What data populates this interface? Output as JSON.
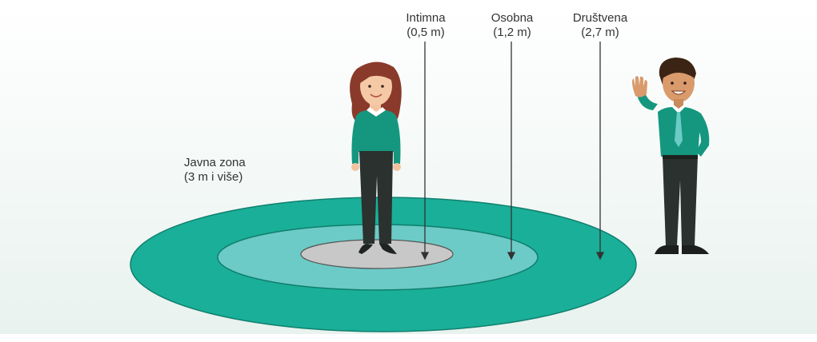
{
  "zones": {
    "intimate": {
      "name": "Intimna",
      "distance": "(0,5 m)"
    },
    "personal": {
      "name": "Osobna",
      "distance": "(1,2 m)"
    },
    "social": {
      "name": "Društvena",
      "distance": "(2,7 m)"
    },
    "public": {
      "name": "Javna zona",
      "distance": "(3 m i više)"
    }
  },
  "colors": {
    "public_ring": "#1aaf98",
    "social_ring": "#6ccbc6",
    "intimate_ring": "#c8c8c8",
    "outfit": "#15977f",
    "trousers": "#2b312e"
  },
  "figures": [
    "woman",
    "man-waving"
  ]
}
